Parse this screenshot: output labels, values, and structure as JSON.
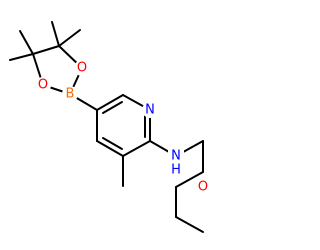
{
  "molecule": {
    "atoms": [
      {
        "id": "B",
        "label": "B",
        "color": "#FF6D00"
      },
      {
        "id": "O1",
        "label": "O",
        "color": "#FF0000"
      },
      {
        "id": "O2",
        "label": "O",
        "color": "#FF0000"
      },
      {
        "id": "N_ring",
        "label": "N",
        "color": "#0000FF"
      },
      {
        "id": "N_amine",
        "label": "N",
        "color": "#0000FF"
      },
      {
        "id": "H_amine",
        "label": "H",
        "color": "#0000FF"
      },
      {
        "id": "O_ether",
        "label": "O",
        "color": "#FF0000"
      }
    ],
    "bond_color": "#000000"
  }
}
